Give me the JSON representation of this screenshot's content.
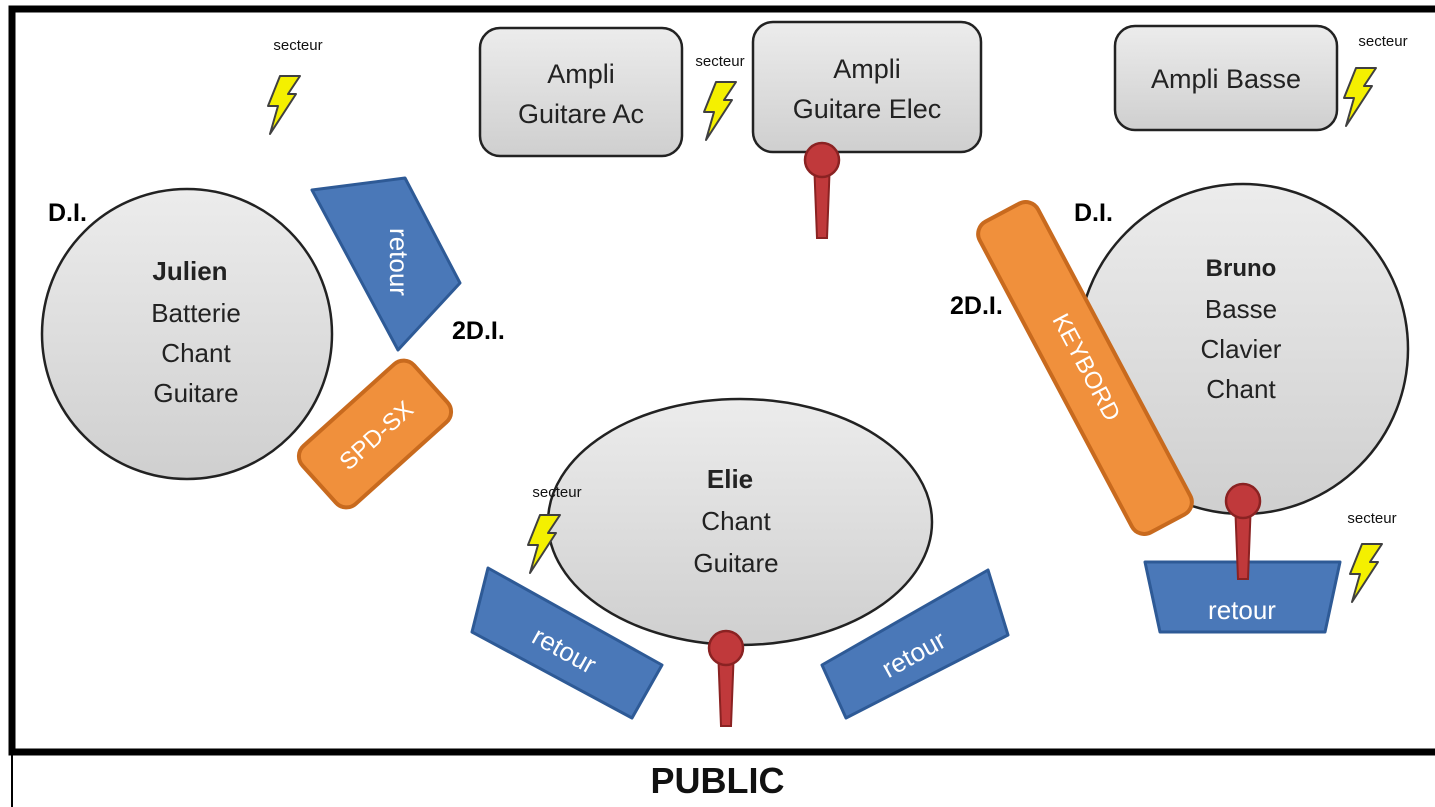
{
  "stage": {
    "amps": [
      {
        "line1": "Ampli",
        "line2": "Guitare Ac"
      },
      {
        "line1": "Ampli",
        "line2": "Guitare Elec"
      },
      {
        "line1": "Ampli Basse",
        "line2": ""
      }
    ],
    "musicians": {
      "julien": {
        "name": "Julien",
        "role1": "Batterie",
        "role2": "Chant",
        "role3": "Guitare"
      },
      "elie": {
        "name": "Elie",
        "role1": "Chant",
        "role2": "Guitare"
      },
      "bruno": {
        "name": "Bruno",
        "role1": "Basse",
        "role2": "Clavier",
        "role3": "Chant"
      }
    },
    "instruments": {
      "spd": "SPD-SX",
      "keyboard": "KEYBORD"
    },
    "monitor_label": "retour",
    "power_label": "secteur",
    "di_label": "D.I.",
    "di2_label": "2D.I.",
    "audience_label": "PUBLIC"
  },
  "colors": {
    "grey_fill": "#dcdcdc",
    "blue_fill": "#4a78b8",
    "blue_stroke": "#2e5a96",
    "orange_fill": "#f0903c",
    "orange_stroke": "#c86a1e",
    "mic_fill": "#c0393b",
    "mic_stroke": "#8a2222",
    "bolt_fill": "#f4f000",
    "bolt_stroke": "#404040"
  }
}
